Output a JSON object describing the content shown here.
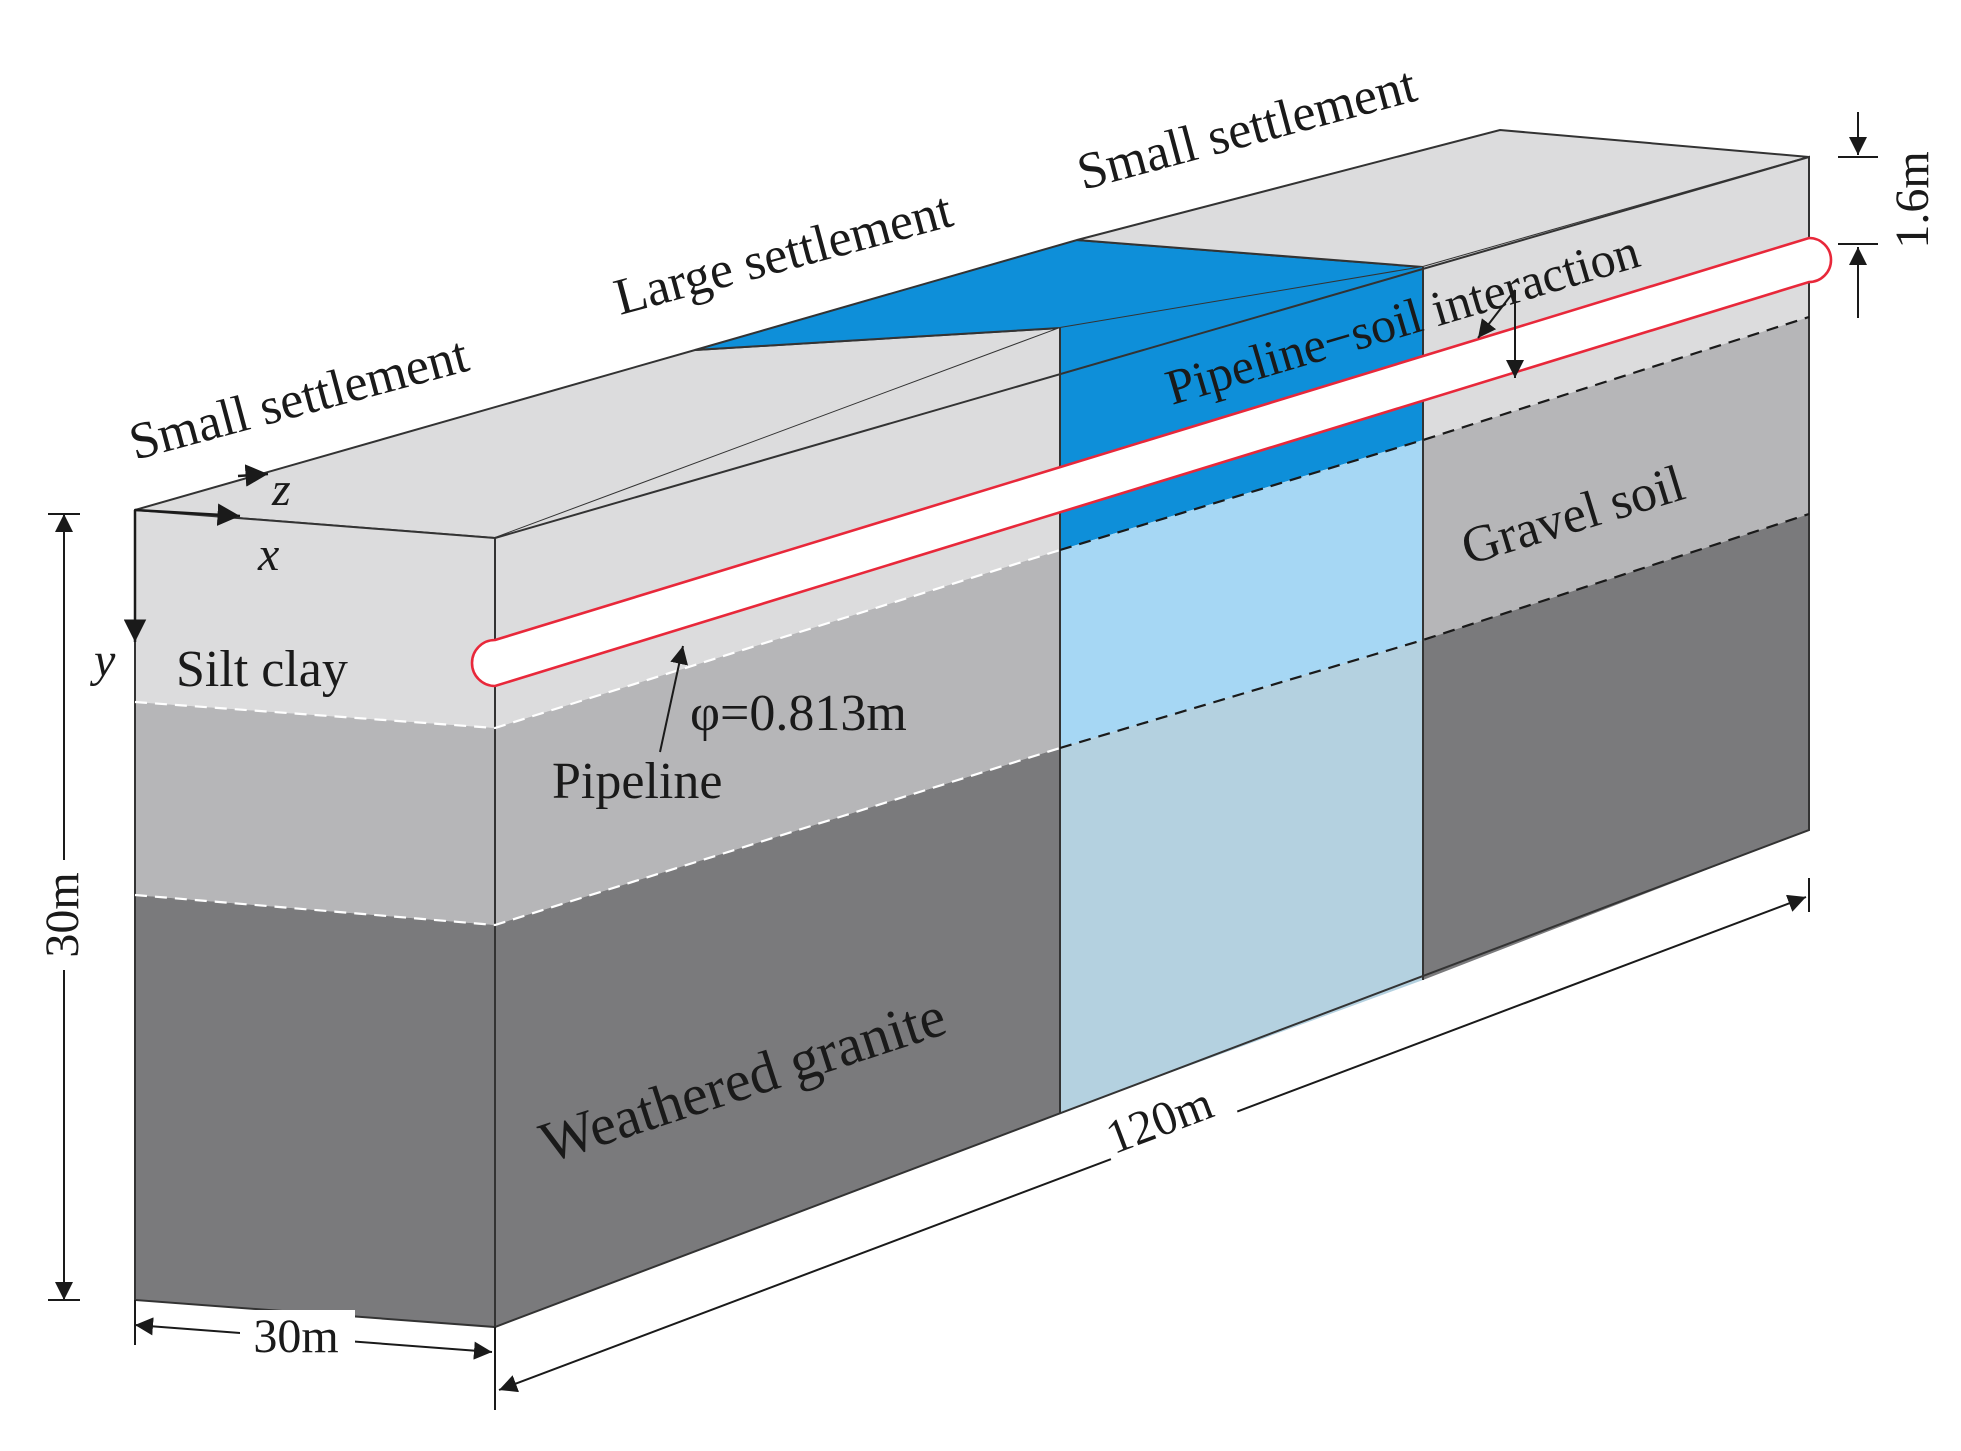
{
  "labels": {
    "zone_left": "Small settlement",
    "zone_middle": "Large settlement",
    "zone_right": "Small settlement",
    "interaction": "Pipeline−soil interaction",
    "silt_clay": "Silt  clay",
    "gravel_soil": "Gravel soil",
    "weathered_granite": "Weathered granite",
    "pipeline": "Pipeline",
    "diameter": "φ=0.813m",
    "axis_x": "x",
    "axis_y": "y",
    "axis_z": "z"
  },
  "dimensions": {
    "height": "30m",
    "width": "30m",
    "length": "120m",
    "burial_depth": "1.6m"
  },
  "colors": {
    "top_gray": "#dcdcdd",
    "large_settlement_blue": "#0e8fd9",
    "large_settlement_light": "#a6d7f4",
    "large_settlement_pale": "#b4d1e0",
    "layer_mid_gray": "#b6b6b8",
    "layer_dark_gray": "#7a7a7c",
    "pipe_outline": "#e8283a",
    "outline": "#333333"
  }
}
